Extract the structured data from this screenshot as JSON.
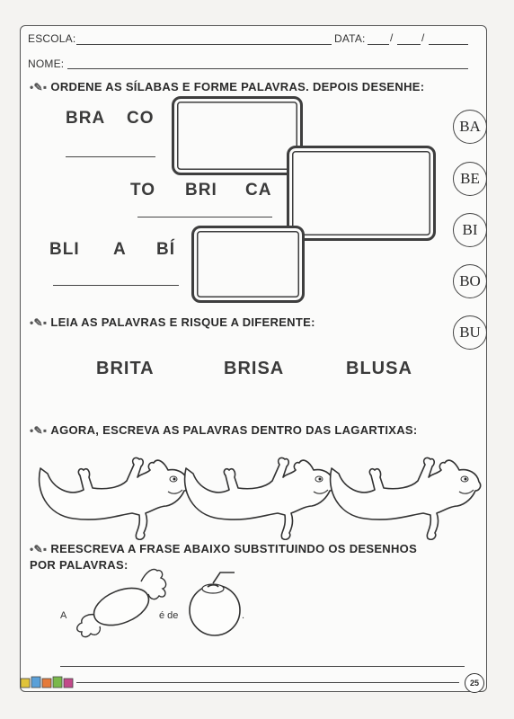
{
  "header": {
    "escola_label": "ESCOLA:",
    "data_label": "DATA:",
    "data_sep1": "/",
    "data_sep2": "/",
    "nome_label": "NOME:"
  },
  "section1": {
    "bullet": "•✎▪",
    "instruction": "ORDENE AS SÍLABAS E FORME PALAVRAS. DEPOIS DESENHE:",
    "group1": [
      "BRA",
      "CO"
    ],
    "group2": [
      "TO",
      "BRI",
      "CA"
    ],
    "group3": [
      "BLI",
      "A",
      "BÍ"
    ]
  },
  "syllable_circles": [
    "BA",
    "BE",
    "BI",
    "BO",
    "BU"
  ],
  "section2": {
    "bullet": "•✎▪",
    "instruction": "LEIA AS PALAVRAS E RISQUE A DIFERENTE:",
    "words": [
      "BRITA",
      "BRISA",
      "BLUSA"
    ]
  },
  "section3": {
    "bullet": "•✎▪",
    "instruction": "AGORA, ESCREVA AS PALAVRAS DENTRO DAS LAGARTIXAS:",
    "lizard_icon": "lizard-outline"
  },
  "section4": {
    "bullet": "•✎▪",
    "instruction_line1": "REESCREVA A FRASE ABAIXO SUBSTITUINDO OS DESENHOS",
    "instruction_line2": "POR PALAVRAS:",
    "sentence_part1": "A",
    "sentence_part2": "é de",
    "sentence_part3": ".",
    "picture1_icon": "candy-icon",
    "picture2_icon": "coconut-icon"
  },
  "footer": {
    "page_number": "25"
  }
}
